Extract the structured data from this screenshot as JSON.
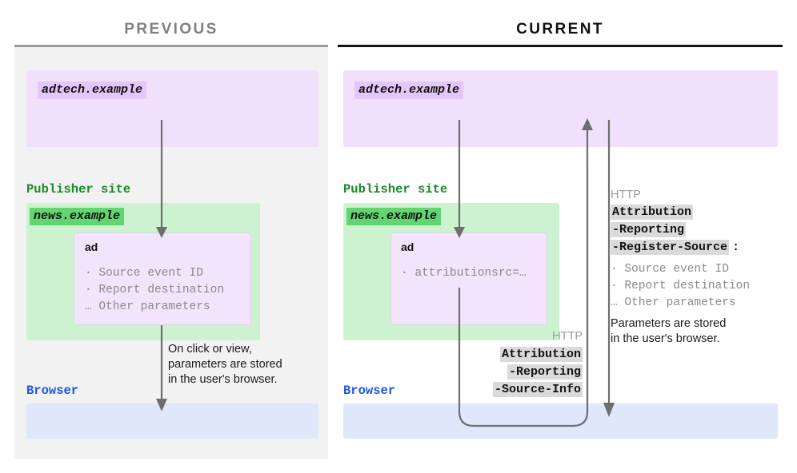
{
  "panels": {
    "previous": {
      "title": "PREVIOUS",
      "adtech_chip": "adtech.example",
      "publisher_label": "Publisher site",
      "news_chip": "news.example",
      "ad_title": "ad",
      "ad_params": "· Source event ID\n· Report destination\n… Other parameters",
      "flow_note": "On click or view,\nparameters are stored\nin the user's browser.",
      "browser_label": "Browser"
    },
    "current": {
      "title": "CURRENT",
      "adtech_chip": "adtech.example",
      "publisher_label": "Publisher site",
      "news_chip": "news.example",
      "ad_title": "ad",
      "ad_params": "· attributionsrc=…",
      "browser_label": "Browser",
      "request": {
        "http_label": "HTTP",
        "header_part_1": "Attribution",
        "header_part_2": "-Reporting",
        "header_part_3": "-Source-Info"
      },
      "response": {
        "http_label": "HTTP",
        "header_part_1": "Attribution",
        "header_part_2": "-Reporting",
        "header_part_3": "-Register-Source",
        "header_colon": ":",
        "params": "· Source event ID\n· Report destination\n… Other parameters",
        "note": "Parameters are stored\nin the user's browser."
      }
    }
  },
  "colors": {
    "adtech_bg": "#f0e0fb",
    "adtech_chip": "#e3c6fa",
    "publisher_bg": "#cdf2d0",
    "news_chip": "#63d472",
    "ad_bg": "#f2e4fb",
    "browser_bg": "#dfe7fb",
    "publisher_text": "#1a8a28",
    "browser_text": "#1a56e8",
    "arrow": "#6e6e6e",
    "highlight": "#dadada",
    "previous_title": "#808080",
    "current_title": "#111111"
  }
}
